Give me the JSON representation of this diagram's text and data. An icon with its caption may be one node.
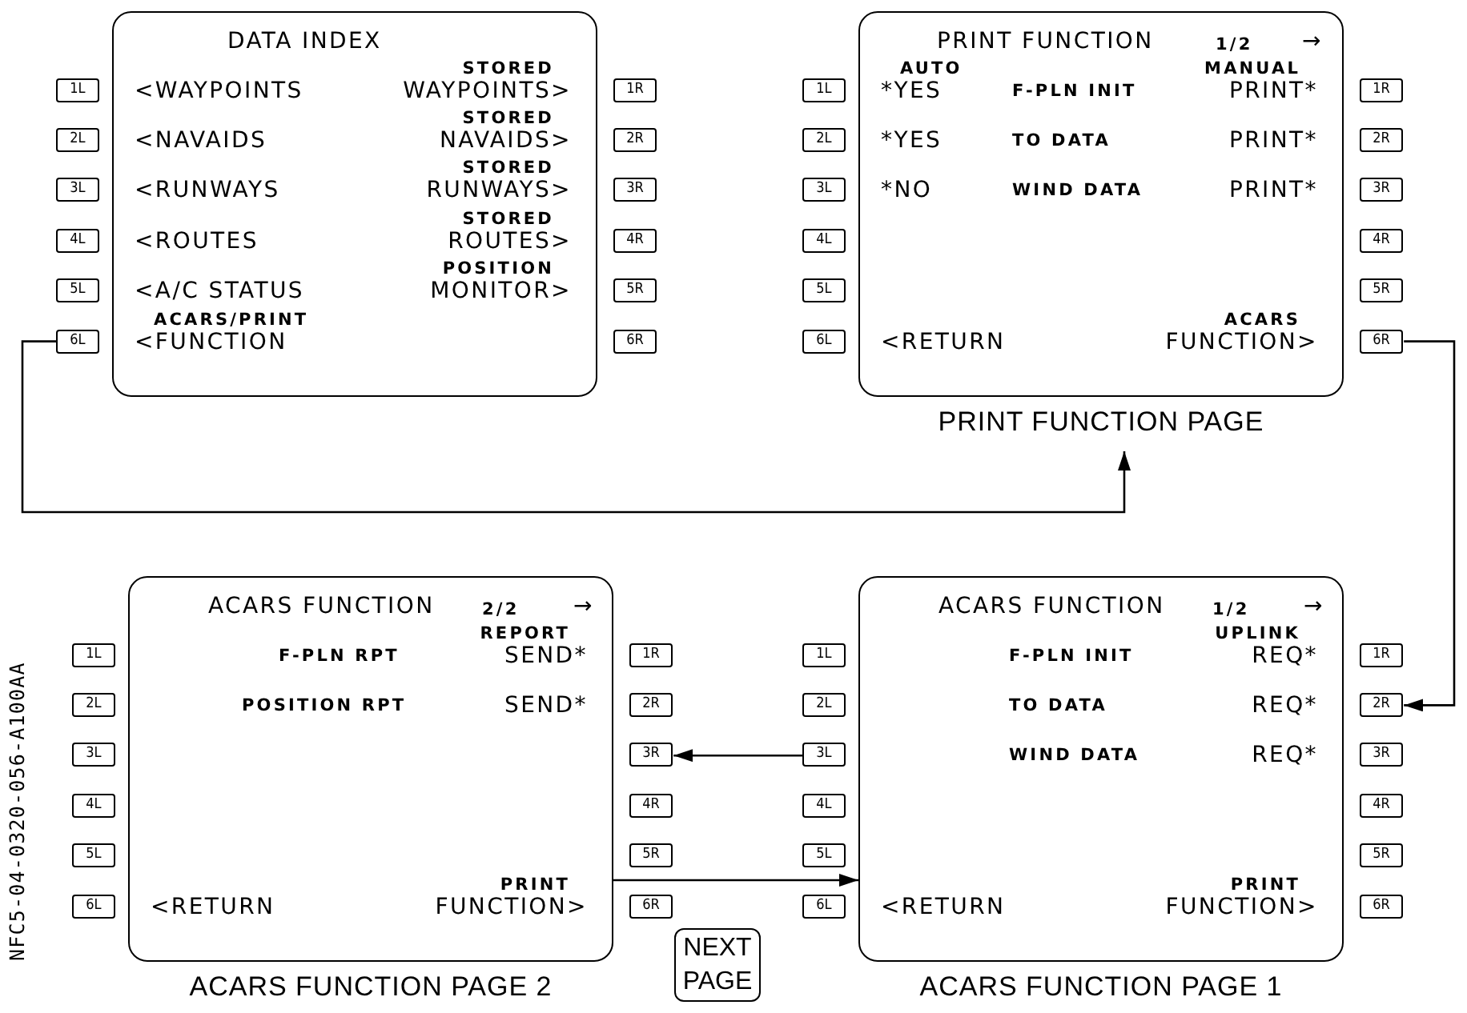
{
  "diagram": {
    "nodes": [
      {
        "text": [
          "DATA INDEX",
          "<WAYPOINTS",
          "STORED",
          "WAYPOINTS>",
          "<NAVAIDS",
          "STORED",
          "NAVAIDS>",
          "<RUNWAYS",
          "STORED",
          "RUNWAYS>",
          "<ROUTES",
          "STORED",
          "ROUTES>",
          "<A/C STATUS",
          "POSITION",
          "MONITOR>",
          "ACARS/PRINT",
          "<FUNCTION"
        ]
      },
      {
        "text": [
          "1L"
        ]
      },
      {
        "text": [
          "1R"
        ]
      },
      {
        "text": [
          "2L"
        ]
      },
      {
        "text": [
          "2R"
        ]
      },
      {
        "text": [
          "3L"
        ]
      },
      {
        "text": [
          "3R"
        ]
      },
      {
        "text": [
          "4L"
        ]
      },
      {
        "text": [
          "4R"
        ]
      },
      {
        "text": [
          "5L"
        ]
      },
      {
        "text": [
          "5R"
        ]
      },
      {
        "text": [
          "6L"
        ]
      },
      {
        "text": [
          "6R"
        ]
      },
      {
        "text": [
          "PRINT FUNCTION",
          "1/2",
          "→",
          "AUTO",
          "MANUAL",
          "*YES",
          "F-PLN INIT",
          "PRINT*",
          "*YES",
          "TO DATA",
          "PRINT*",
          "*NO",
          "WIND DATA",
          "PRINT*",
          "<RETURN",
          "ACARS",
          "FUNCTION>"
        ],
        "beside": [
          "PRINT FUNCTION PAGE"
        ]
      },
      {
        "text": [
          "1L"
        ]
      },
      {
        "text": [
          "1R"
        ]
      },
      {
        "text": [
          "2L"
        ]
      },
      {
        "text": [
          "2R"
        ]
      },
      {
        "text": [
          "3L"
        ]
      },
      {
        "text": [
          "3R"
        ]
      },
      {
        "text": [
          "4L"
        ]
      },
      {
        "text": [
          "4R"
        ]
      },
      {
        "text": [
          "5L"
        ]
      },
      {
        "text": [
          "5R"
        ]
      },
      {
        "text": [
          "6L"
        ]
      },
      {
        "text": [
          "6R"
        ]
      },
      {
        "text": [
          "ACARS FUNCTION",
          "2/2",
          "→",
          "REPORT",
          "F-PLN RPT",
          "SEND*",
          "POSITION RPT",
          "SEND*",
          "<RETURN",
          "PRINT",
          "FUNCTION>"
        ],
        "beside": [
          "ACARS FUNCTION PAGE 2"
        ]
      },
      {
        "text": [
          "1L"
        ]
      },
      {
        "text": [
          "1R"
        ]
      },
      {
        "text": [
          "2L"
        ]
      },
      {
        "text": [
          "2R"
        ]
      },
      {
        "text": [
          "3L"
        ]
      },
      {
        "text": [
          "3R"
        ]
      },
      {
        "text": [
          "4L"
        ]
      },
      {
        "text": [
          "4R"
        ]
      },
      {
        "text": [
          "5L"
        ]
      },
      {
        "text": [
          "5R"
        ]
      },
      {
        "text": [
          "6L"
        ]
      },
      {
        "text": [
          "6R"
        ]
      },
      {
        "text": [
          "ACARS FUNCTION",
          "1/2",
          "→",
          "UPLINK",
          "F-PLN INIT",
          "REQ*",
          "TO DATA",
          "REQ*",
          "WIND DATA",
          "REQ*",
          "<RETURN",
          "PRINT",
          "FUNCTION>"
        ],
        "beside": [
          "ACARS FUNCTION PAGE 1"
        ]
      },
      {
        "text": [
          "1L"
        ]
      },
      {
        "text": [
          "1R"
        ]
      },
      {
        "text": [
          "2L"
        ]
      },
      {
        "text": [
          "2R"
        ]
      },
      {
        "text": [
          "3L"
        ]
      },
      {
        "text": [
          "3R"
        ]
      },
      {
        "text": [
          "4L"
        ]
      },
      {
        "text": [
          "4R"
        ]
      },
      {
        "text": [
          "5L"
        ]
      },
      {
        "text": [
          "5R"
        ]
      },
      {
        "text": [
          "6L"
        ]
      },
      {
        "text": [
          "6R"
        ]
      },
      {
        "text": [
          "NEXT PAGE"
        ]
      }
    ],
    "edges": [
      {
        "from": 11,
        "to": 13,
        "arrow": "to"
      },
      {
        "from": 25,
        "to": 43,
        "arrow": "to"
      },
      {
        "from": 44,
        "to": 32,
        "arrow": "to"
      },
      {
        "from": 26,
        "to": 39,
        "arrow": "to"
      }
    ],
    "labels": [
      "NFC5-04-0320-056-A100AA"
    ]
  }
}
